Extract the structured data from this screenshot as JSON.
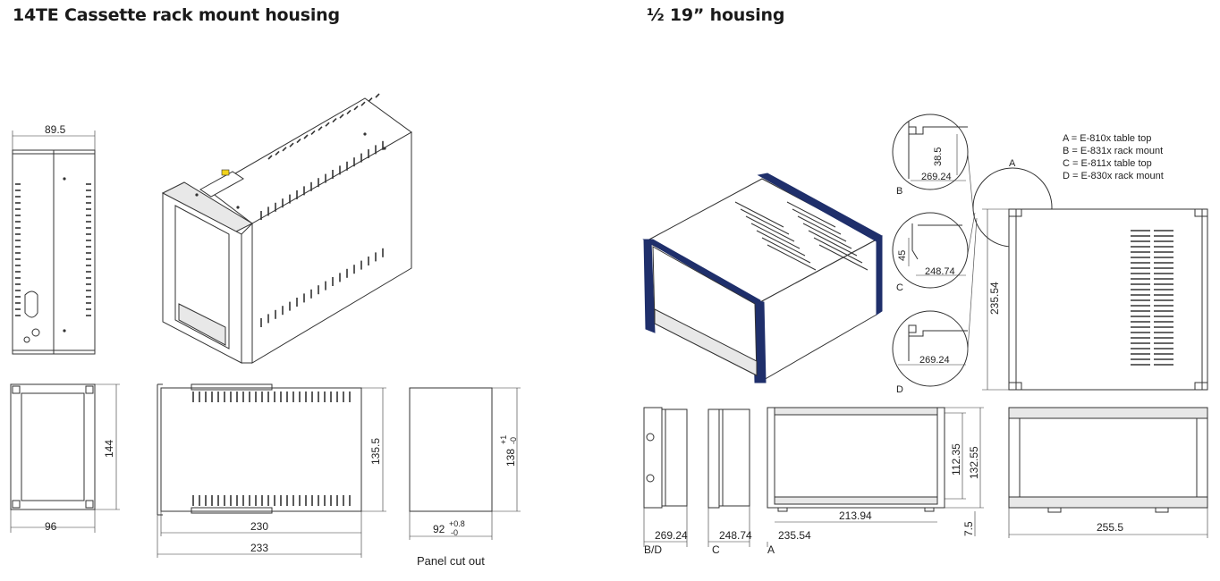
{
  "left": {
    "title": "14TE Cassette rack mount housing",
    "dims": {
      "width_top": "89.5",
      "front_w": "96",
      "front_h": "144",
      "side_h": "135.5",
      "side_l1": "230",
      "side_l2": "233",
      "cutout_h": "138",
      "cutout_h_tol_plus": "+1",
      "cutout_h_tol_minus": "-0",
      "cutout_w": "92",
      "cutout_w_tol_plus": "+0.8",
      "cutout_w_tol_minus": "-0"
    },
    "panel_label": "Panel cut out"
  },
  "right": {
    "title": "½ 19” housing",
    "legend": [
      "A = E-810x table top",
      "B = E-831x rack mount",
      "C = E-811x table top",
      "D = E-830x rack mount"
    ],
    "detail_a": "A",
    "details": [
      {
        "letter": "B",
        "depth": "269.24",
        "height": "38.5"
      },
      {
        "letter": "C",
        "depth": "248.74",
        "height": "45"
      },
      {
        "letter": "D",
        "depth": "269.24",
        "height": ""
      }
    ],
    "dims": {
      "top_depth": "235.54",
      "bd_depth": "269.24",
      "c_depth": "248.74",
      "a_depth": "235.54",
      "inner_w": "213.94",
      "h1": "112.35",
      "h2": "132.55",
      "foot": "7.5",
      "width": "255.5"
    },
    "view_labels": {
      "bd": "B/D",
      "c": "C",
      "a": "A"
    }
  },
  "colors": {
    "accent": "#1f2f6b",
    "line": "#333333"
  }
}
